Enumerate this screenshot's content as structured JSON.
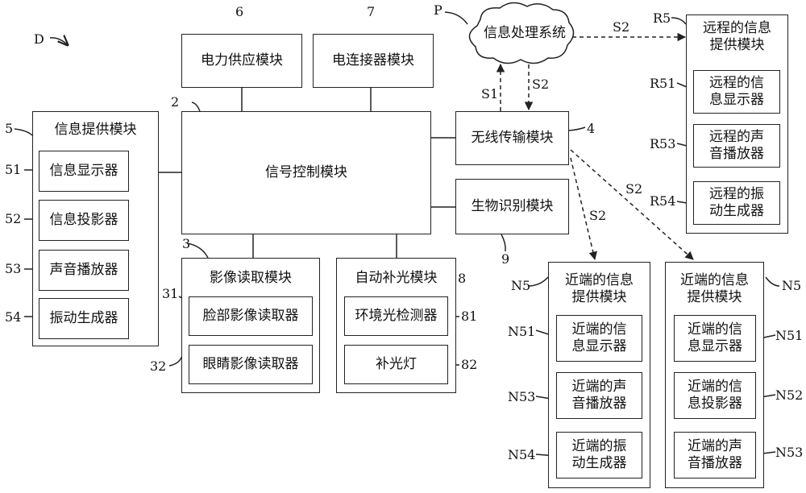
{
  "diagram": {
    "figure_label": "D",
    "modules": {
      "power_supply": "电力供应模块",
      "connector": "电连接器模块",
      "signal_control": "信号控制模块",
      "info_provider": "信息提供模块",
      "wireless": "无线传输模块",
      "biometric": "生物识别模块",
      "image_reader": "影像读取模块",
      "auto_fill_light": "自动补光模块",
      "info_processing": "信息处理系统",
      "remote_provider": "远程的信息\n提供模块",
      "near_provider": "近端的信息\n提供模块"
    },
    "info_provider_items": [
      "信息显示器",
      "信息投影器",
      "声音播放器",
      "振动生成器"
    ],
    "image_reader_items": [
      "脸部影像读取器",
      "眼睛影像读取器"
    ],
    "fill_light_items": [
      "环境光检测器",
      "补光灯"
    ],
    "remote_items": [
      "远程的信\n息显示器",
      "远程的声\n音播放器",
      "远程的振\n动生成器"
    ],
    "near_left_items": [
      "近端的信\n息显示器",
      "近端的声\n音播放器",
      "近端的振\n动生成器"
    ],
    "near_right_items": [
      "近端的信\n息显示器",
      "近端的信\n息投影器",
      "近端的声\n音播放器"
    ],
    "refs": {
      "power": "6",
      "connector": "7",
      "control": "2",
      "info_provider": "5",
      "wireless": "4",
      "biometric": "9",
      "image_reader": "3",
      "fill_light": "8",
      "processing": "P",
      "remote": "R5",
      "near_left": "N5",
      "near_right": "N5",
      "info_items": [
        "51",
        "52",
        "53",
        "54"
      ],
      "image_items": [
        "31",
        "32"
      ],
      "fill_items": [
        "81",
        "82"
      ],
      "remote_items": [
        "R51",
        "R53",
        "R54"
      ],
      "near_left_items": [
        "N51",
        "N53",
        "N54"
      ],
      "near_right_items": [
        "N51",
        "N52",
        "N53"
      ]
    },
    "signals": {
      "to_remote": "S2",
      "up": "S1",
      "down": "S2",
      "to_near_left": "S2",
      "to_near_right": "S2"
    }
  }
}
